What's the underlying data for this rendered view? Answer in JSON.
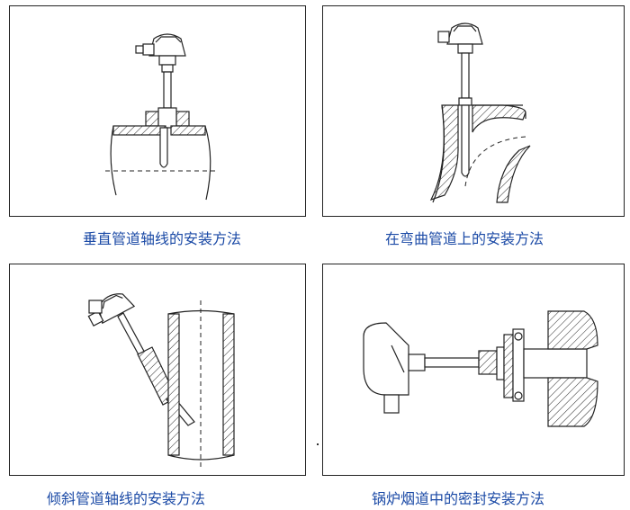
{
  "panels": [
    {
      "caption": "垂直管道轴线的安装方法",
      "icon": "thermocouple-vertical-pipe"
    },
    {
      "caption": "在弯曲管道上的安装方法",
      "icon": "thermocouple-bent-pipe"
    },
    {
      "caption": "倾斜管道轴线的安装方法",
      "icon": "thermocouple-inclined-pipe"
    },
    {
      "caption": "锅炉烟道中的密封安装方法",
      "icon": "thermocouple-boiler-flue"
    }
  ],
  "colors": {
    "caption": "#1b4aa6",
    "line": "#222222",
    "background": "#ffffff"
  }
}
